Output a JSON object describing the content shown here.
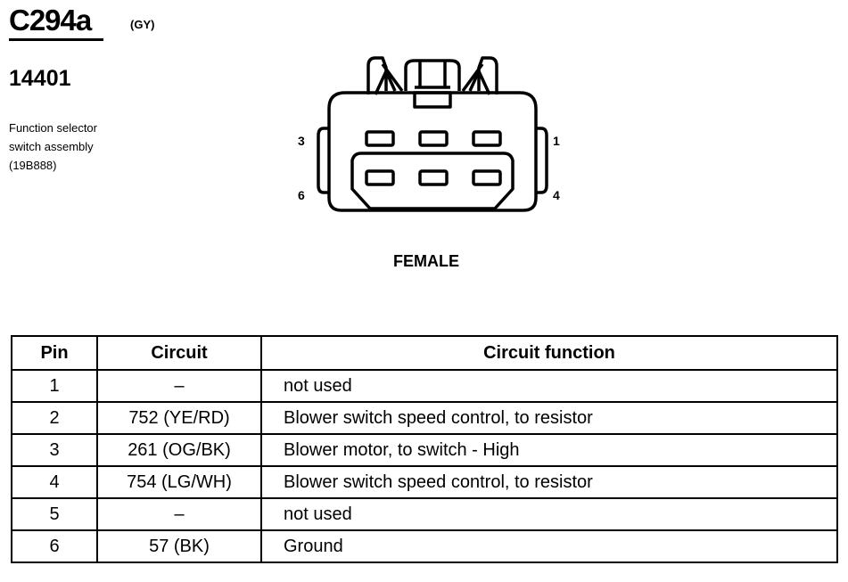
{
  "connector": {
    "id": "C294a",
    "color": "(GY)",
    "part_number": "14401",
    "description_lines": [
      "Function selector",
      "switch assembly",
      "(19B888)"
    ],
    "gender": "FEMALE",
    "pin_labels": {
      "top_left": "3",
      "top_right": "1",
      "bottom_left": "6",
      "bottom_right": "4"
    }
  },
  "table": {
    "headers": [
      "Pin",
      "Circuit",
      "Circuit function"
    ],
    "rows": [
      {
        "pin": "1",
        "circuit": "–",
        "function": "not used"
      },
      {
        "pin": "2",
        "circuit": "752 (YE/RD)",
        "function": "Blower switch speed control, to resistor"
      },
      {
        "pin": "3",
        "circuit": "261 (OG/BK)",
        "function": "Blower motor, to switch - High"
      },
      {
        "pin": "4",
        "circuit": "754 (LG/WH)",
        "function": "Blower switch speed control, to resistor"
      },
      {
        "pin": "5",
        "circuit": "–",
        "function": "not used"
      },
      {
        "pin": "6",
        "circuit": "57 (BK)",
        "function": "Ground"
      }
    ]
  }
}
